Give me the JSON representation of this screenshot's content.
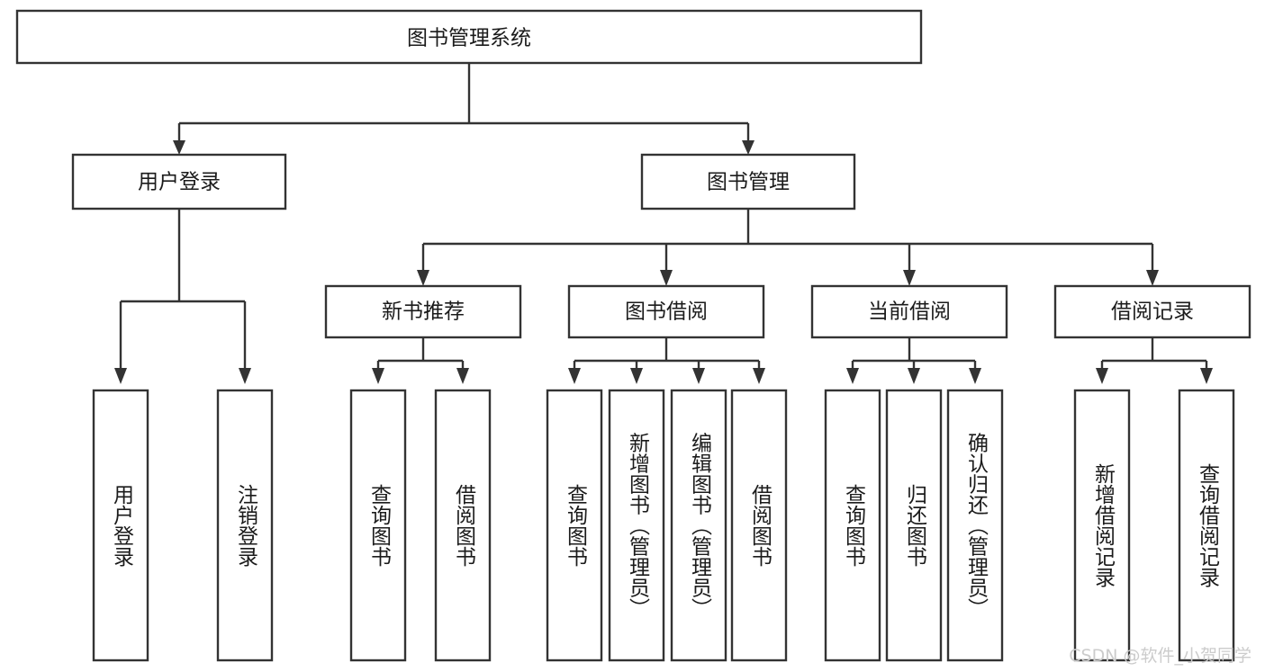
{
  "diagram": {
    "title": "图书管理系统",
    "type": "tree-hierarchy-diagram",
    "background_color": "#ffffff",
    "line_color": "#333333",
    "text_color": "#1b1b1b",
    "box_fill": "#ffffff"
  },
  "nodes": {
    "root": {
      "label": "图书管理系统"
    },
    "level2": [
      {
        "label": "用户登录"
      },
      {
        "label": "图书管理"
      }
    ],
    "level3": [
      {
        "label": "新书推荐"
      },
      {
        "label": "图书借阅"
      },
      {
        "label": "当前借阅"
      },
      {
        "label": "借阅记录"
      }
    ],
    "leaves": {
      "user_login": [
        {
          "label": "用户登录"
        },
        {
          "label": "注销登录"
        }
      ],
      "new_book_recommend": [
        {
          "label": "查询图书"
        },
        {
          "label": "借阅图书"
        }
      ],
      "book_borrow": [
        {
          "label": "查询图书"
        },
        {
          "label": "新增图书（管理员）"
        },
        {
          "label": "编辑图书（管理员）"
        },
        {
          "label": "借阅图书"
        }
      ],
      "current_borrow": [
        {
          "label": "查询图书"
        },
        {
          "label": "归还图书"
        },
        {
          "label": "确认归还（管理员）"
        }
      ],
      "borrow_record": [
        {
          "label": "新增借阅记录"
        },
        {
          "label": "查询借阅记录"
        }
      ]
    }
  },
  "watermark": {
    "text": "CSDN @软件_小贺同学",
    "color": "#cccccc"
  }
}
